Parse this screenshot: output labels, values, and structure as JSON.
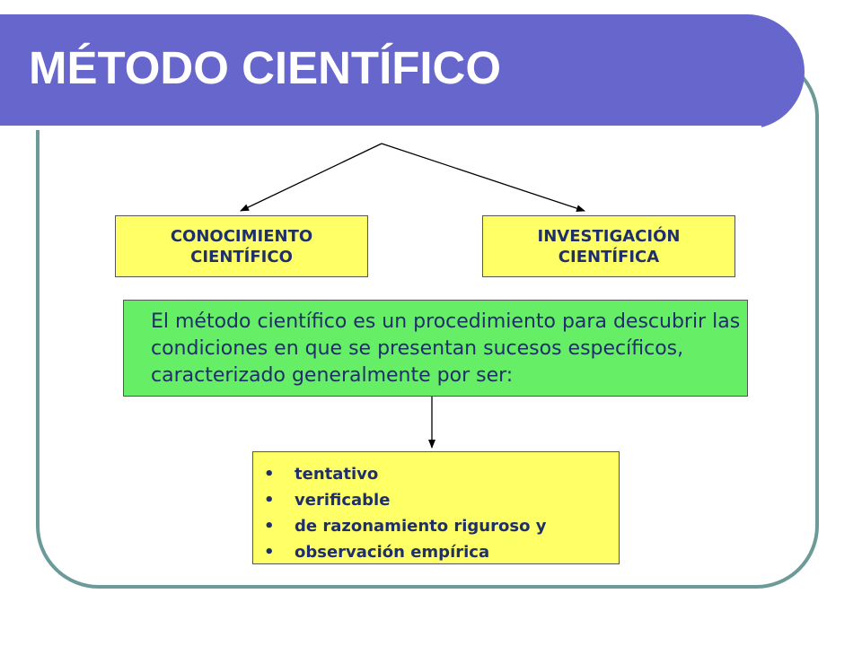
{
  "slide": {
    "title": "MÉTODO CIENTÍFICO",
    "colors": {
      "header": "#6666cc",
      "frame_border": "#6b9a99",
      "concept_box": "#ffff66",
      "definition_box": "#66ee66",
      "text": "#1f2f6a"
    }
  },
  "diagram": {
    "branches": [
      {
        "label": "CONOCIMIENTO\nCIENTÍFICO"
      },
      {
        "label": "INVESTIGACIÓN\nCIENTÍFICA"
      }
    ],
    "definition": "El método científico es un procedimiento para descubrir las condiciones en que se presentan sucesos específicos, caracterizado generalmente por ser:",
    "traits": [
      "tentativo",
      "verificable",
      "de razonamiento riguroso y",
      "observación empírica"
    ],
    "bullet_glyph": "•"
  }
}
